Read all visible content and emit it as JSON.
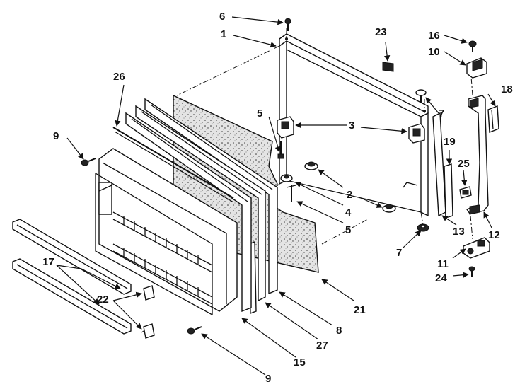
{
  "callouts": {
    "c1": "1",
    "c2": "2",
    "c3": "3",
    "c4": "4",
    "c5a": "5",
    "c5b": "5",
    "c6": "6",
    "c7a": "7",
    "c7b": "7",
    "c8": "8",
    "c9a": "9",
    "c9b": "9",
    "c10": "10",
    "c11": "11",
    "c12": "12",
    "c13": "13",
    "c15": "15",
    "c16": "16",
    "c17": "17",
    "c18": "18",
    "c19": "19",
    "c21": "21",
    "c22": "22",
    "c23": "23",
    "c24": "24",
    "c25": "25",
    "c26": "26",
    "c27": "27"
  },
  "colors": {
    "ink": "#111111",
    "insulation": "#d9d9d9",
    "background": "#ffffff"
  }
}
